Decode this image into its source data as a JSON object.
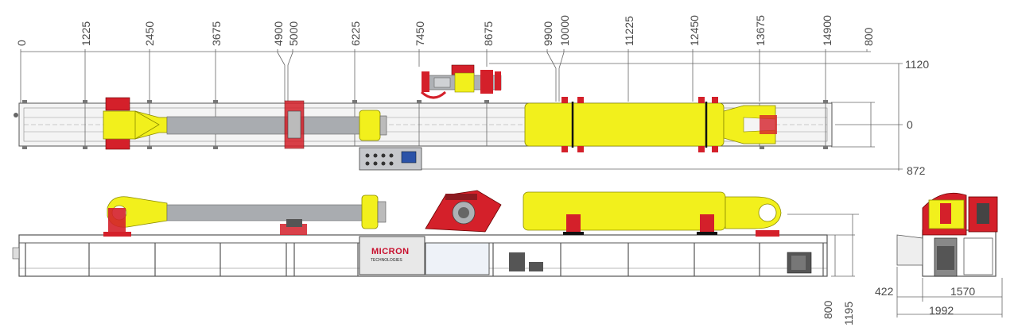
{
  "drawing": {
    "top_dimensions": [
      "0",
      "1225",
      "2450",
      "3675",
      "4900",
      "5000",
      "6225",
      "7450",
      "8675",
      "9900",
      "10000",
      "11225",
      "12450",
      "13675",
      "14900",
      "800"
    ],
    "right_dimensions": [
      "1120",
      "0",
      "872"
    ],
    "side_dimensions": [
      "800",
      "1195"
    ],
    "end_view_dimensions": [
      "422",
      "1570",
      "1992"
    ],
    "logo": {
      "line1": "MICRON",
      "line2": "TECHNOLOGIES"
    },
    "colors": {
      "yellow": "#f2f01c",
      "red": "#d4202a",
      "steel": "#a9acb0",
      "frame": "#555555",
      "rod": "#8f9396"
    }
  }
}
